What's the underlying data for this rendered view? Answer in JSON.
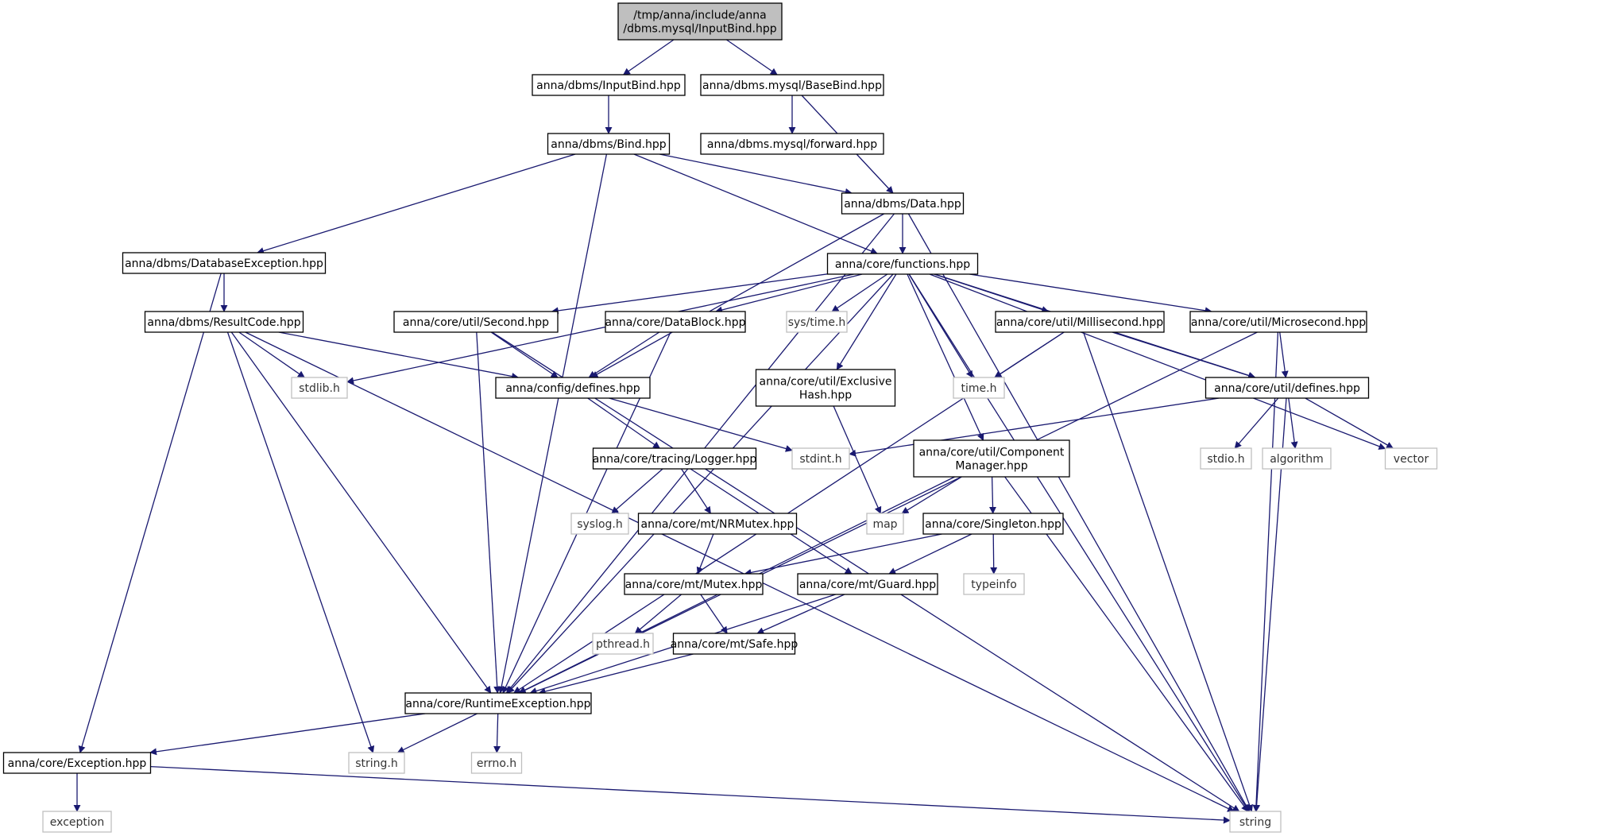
{
  "diagram": {
    "type": "include-dependency-graph",
    "nodes": [
      {
        "id": "root",
        "lines": [
          "/tmp/anna/include/anna",
          "/dbms.mysql/InputBind.hpp"
        ],
        "kind": "root"
      },
      {
        "id": "inputbind",
        "lines": [
          "anna/dbms/InputBind.hpp"
        ],
        "kind": "header"
      },
      {
        "id": "basebind",
        "lines": [
          "anna/dbms.mysql/BaseBind.hpp"
        ],
        "kind": "header"
      },
      {
        "id": "bind",
        "lines": [
          "anna/dbms/Bind.hpp"
        ],
        "kind": "header"
      },
      {
        "id": "forward",
        "lines": [
          "anna/dbms.mysql/forward.hpp"
        ],
        "kind": "header"
      },
      {
        "id": "data",
        "lines": [
          "anna/dbms/Data.hpp"
        ],
        "kind": "header"
      },
      {
        "id": "functions",
        "lines": [
          "anna/core/functions.hpp"
        ],
        "kind": "header"
      },
      {
        "id": "dbexc",
        "lines": [
          "anna/dbms/DatabaseException.hpp"
        ],
        "kind": "header"
      },
      {
        "id": "resultcode",
        "lines": [
          "anna/dbms/ResultCode.hpp"
        ],
        "kind": "header"
      },
      {
        "id": "second",
        "lines": [
          "anna/core/util/Second.hpp"
        ],
        "kind": "header"
      },
      {
        "id": "datablock",
        "lines": [
          "anna/core/DataBlock.hpp"
        ],
        "kind": "header"
      },
      {
        "id": "systime",
        "lines": [
          "sys/time.h"
        ],
        "kind": "system"
      },
      {
        "id": "milli",
        "lines": [
          "anna/core/util/Millisecond.hpp"
        ],
        "kind": "header"
      },
      {
        "id": "micro",
        "lines": [
          "anna/core/util/Microsecond.hpp"
        ],
        "kind": "header"
      },
      {
        "id": "stdlib",
        "lines": [
          "stdlib.h"
        ],
        "kind": "system"
      },
      {
        "id": "cfgdefines",
        "lines": [
          "anna/config/defines.hpp"
        ],
        "kind": "header"
      },
      {
        "id": "exclusive",
        "lines": [
          "anna/core/util/Exclusive",
          "Hash.hpp"
        ],
        "kind": "header"
      },
      {
        "id": "timeh",
        "lines": [
          "time.h"
        ],
        "kind": "system"
      },
      {
        "id": "utildefines",
        "lines": [
          "anna/core/util/defines.hpp"
        ],
        "kind": "header"
      },
      {
        "id": "logger",
        "lines": [
          "anna/core/tracing/Logger.hpp"
        ],
        "kind": "header"
      },
      {
        "id": "stdint",
        "lines": [
          "stdint.h"
        ],
        "kind": "system"
      },
      {
        "id": "compmgr",
        "lines": [
          "anna/core/util/Component",
          "Manager.hpp"
        ],
        "kind": "header"
      },
      {
        "id": "stdio",
        "lines": [
          "stdio.h"
        ],
        "kind": "system"
      },
      {
        "id": "algorithm",
        "lines": [
          "algorithm"
        ],
        "kind": "system"
      },
      {
        "id": "vector",
        "lines": [
          "vector"
        ],
        "kind": "system"
      },
      {
        "id": "syslog",
        "lines": [
          "syslog.h"
        ],
        "kind": "system"
      },
      {
        "id": "nrmutex",
        "lines": [
          "anna/core/mt/NRMutex.hpp"
        ],
        "kind": "header"
      },
      {
        "id": "map",
        "lines": [
          "map"
        ],
        "kind": "system"
      },
      {
        "id": "singleton",
        "lines": [
          "anna/core/Singleton.hpp"
        ],
        "kind": "header"
      },
      {
        "id": "mutex",
        "lines": [
          "anna/core/mt/Mutex.hpp"
        ],
        "kind": "header"
      },
      {
        "id": "guard",
        "lines": [
          "anna/core/mt/Guard.hpp"
        ],
        "kind": "header"
      },
      {
        "id": "typeinfo",
        "lines": [
          "typeinfo"
        ],
        "kind": "system"
      },
      {
        "id": "pthread",
        "lines": [
          "pthread.h"
        ],
        "kind": "system"
      },
      {
        "id": "safe",
        "lines": [
          "anna/core/mt/Safe.hpp"
        ],
        "kind": "header"
      },
      {
        "id": "runtime",
        "lines": [
          "anna/core/RuntimeException.hpp"
        ],
        "kind": "header"
      },
      {
        "id": "exception",
        "lines": [
          "anna/core/Exception.hpp"
        ],
        "kind": "header"
      },
      {
        "id": "stringh",
        "lines": [
          "string.h"
        ],
        "kind": "system"
      },
      {
        "id": "errno",
        "lines": [
          "errno.h"
        ],
        "kind": "system"
      },
      {
        "id": "exceptionstd",
        "lines": [
          "exception"
        ],
        "kind": "system"
      },
      {
        "id": "string",
        "lines": [
          "string"
        ],
        "kind": "system"
      }
    ],
    "edges": [
      [
        "root",
        "inputbind"
      ],
      [
        "root",
        "basebind"
      ],
      [
        "inputbind",
        "bind"
      ],
      [
        "basebind",
        "forward"
      ],
      [
        "basebind",
        "data"
      ],
      [
        "bind",
        "data"
      ],
      [
        "bind",
        "functions"
      ],
      [
        "bind",
        "dbexc"
      ],
      [
        "bind",
        "runtime"
      ],
      [
        "data",
        "functions"
      ],
      [
        "data",
        "cfgdefines"
      ],
      [
        "data",
        "runtime"
      ],
      [
        "data",
        "string"
      ],
      [
        "functions",
        "second"
      ],
      [
        "functions",
        "datablock"
      ],
      [
        "functions",
        "systime"
      ],
      [
        "functions",
        "milli"
      ],
      [
        "functions",
        "micro"
      ],
      [
        "functions",
        "exclusive"
      ],
      [
        "functions",
        "timeh"
      ],
      [
        "functions",
        "compmgr"
      ],
      [
        "functions",
        "utildefines"
      ],
      [
        "functions",
        "stdlib"
      ],
      [
        "functions",
        "runtime"
      ],
      [
        "functions",
        "vector"
      ],
      [
        "functions",
        "string"
      ],
      [
        "dbexc",
        "resultcode"
      ],
      [
        "dbexc",
        "exception"
      ],
      [
        "resultcode",
        "stdlib"
      ],
      [
        "resultcode",
        "cfgdefines"
      ],
      [
        "resultcode",
        "runtime"
      ],
      [
        "resultcode",
        "stringh"
      ],
      [
        "resultcode",
        "string"
      ],
      [
        "second",
        "cfgdefines"
      ],
      [
        "second",
        "runtime"
      ],
      [
        "second",
        "string"
      ],
      [
        "datablock",
        "cfgdefines"
      ],
      [
        "datablock",
        "runtime"
      ],
      [
        "milli",
        "timeh"
      ],
      [
        "milli",
        "utildefines"
      ],
      [
        "milli",
        "runtime"
      ],
      [
        "milli",
        "string"
      ],
      [
        "micro",
        "utildefines"
      ],
      [
        "micro",
        "runtime"
      ],
      [
        "micro",
        "string"
      ],
      [
        "cfgdefines",
        "logger"
      ],
      [
        "cfgdefines",
        "stdint"
      ],
      [
        "exclusive",
        "map"
      ],
      [
        "utildefines",
        "stdint"
      ],
      [
        "utildefines",
        "stdio"
      ],
      [
        "utildefines",
        "algorithm"
      ],
      [
        "utildefines",
        "vector"
      ],
      [
        "utildefines",
        "string"
      ],
      [
        "logger",
        "syslog"
      ],
      [
        "logger",
        "nrmutex"
      ],
      [
        "logger",
        "guard"
      ],
      [
        "compmgr",
        "map"
      ],
      [
        "compmgr",
        "singleton"
      ],
      [
        "compmgr",
        "runtime"
      ],
      [
        "compmgr",
        "string"
      ],
      [
        "nrmutex",
        "mutex"
      ],
      [
        "singleton",
        "mutex"
      ],
      [
        "singleton",
        "guard"
      ],
      [
        "singleton",
        "typeinfo"
      ],
      [
        "mutex",
        "pthread"
      ],
      [
        "mutex",
        "safe"
      ],
      [
        "guard",
        "safe"
      ],
      [
        "guard",
        "runtime"
      ],
      [
        "safe",
        "runtime"
      ],
      [
        "runtime",
        "exception"
      ],
      [
        "runtime",
        "stringh"
      ],
      [
        "runtime",
        "errno"
      ],
      [
        "exception",
        "exceptionstd"
      ],
      [
        "exception",
        "string"
      ]
    ],
    "colors": {
      "edge": "#191970",
      "root_fill": "#bfbfbf",
      "header_fill": "#ffffff",
      "header_border": "#000000",
      "system_border": "#bfbfbf",
      "text": "#000000"
    }
  }
}
